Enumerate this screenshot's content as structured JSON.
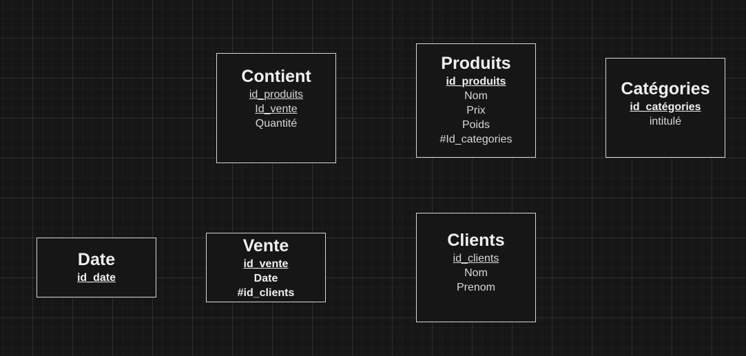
{
  "entities": {
    "contient": {
      "title": "Contient",
      "attributes": [
        "id_produits",
        "Id_vente",
        "Quantité"
      ]
    },
    "produits": {
      "title": "Produits",
      "attributes": [
        "id_produits",
        "Nom",
        "Prix",
        "Poids",
        "#Id_categories"
      ]
    },
    "categories": {
      "title": "Catégories",
      "attributes": [
        "id_catégories",
        "intitulé"
      ]
    },
    "date": {
      "title": "Date",
      "attributes": [
        "id_date"
      ]
    },
    "vente": {
      "title": "Vente",
      "attributes": [
        "id_vente",
        "Date",
        "#id_clients"
      ]
    },
    "clients": {
      "title": "Clients",
      "attributes": [
        "id_clients",
        "Nom",
        "Prenom"
      ]
    }
  }
}
